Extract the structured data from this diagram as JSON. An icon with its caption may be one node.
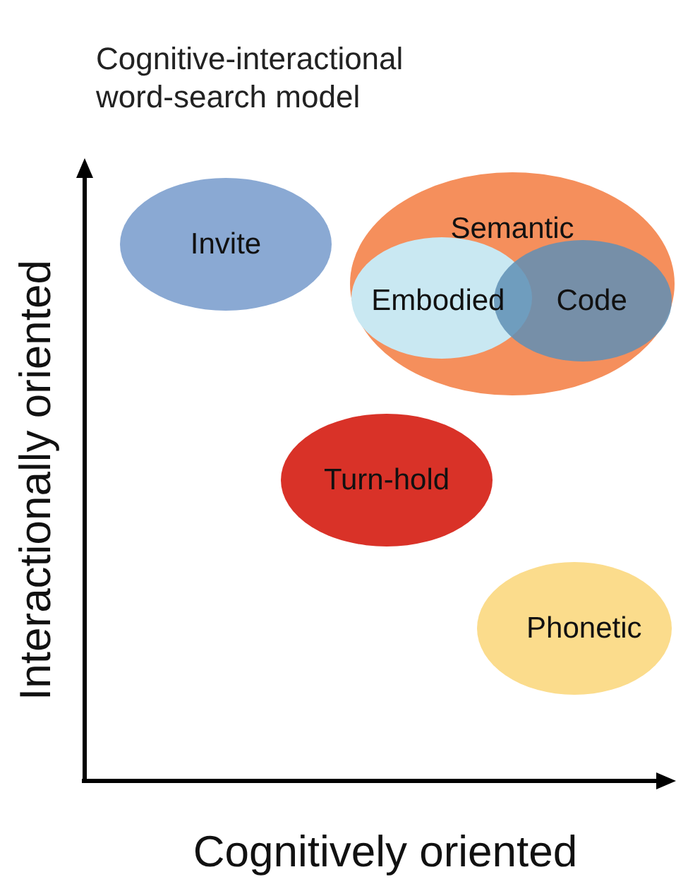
{
  "diagram": {
    "title": "Cognitive-interactional word-search model",
    "nodes": [
      {
        "text": [
          "Invite"
        ]
      },
      {
        "text": [
          "Semantic"
        ]
      },
      {
        "text": [
          "Embodied"
        ],
        "in": 1
      },
      {
        "text": [
          "Code"
        ],
        "in": 1
      },
      {
        "text": [
          "Turn-hold"
        ]
      },
      {
        "text": [
          "Phonetic"
        ]
      }
    ],
    "labels": [
      "Interactionally oriented",
      "Cognitively oriented"
    ]
  }
}
